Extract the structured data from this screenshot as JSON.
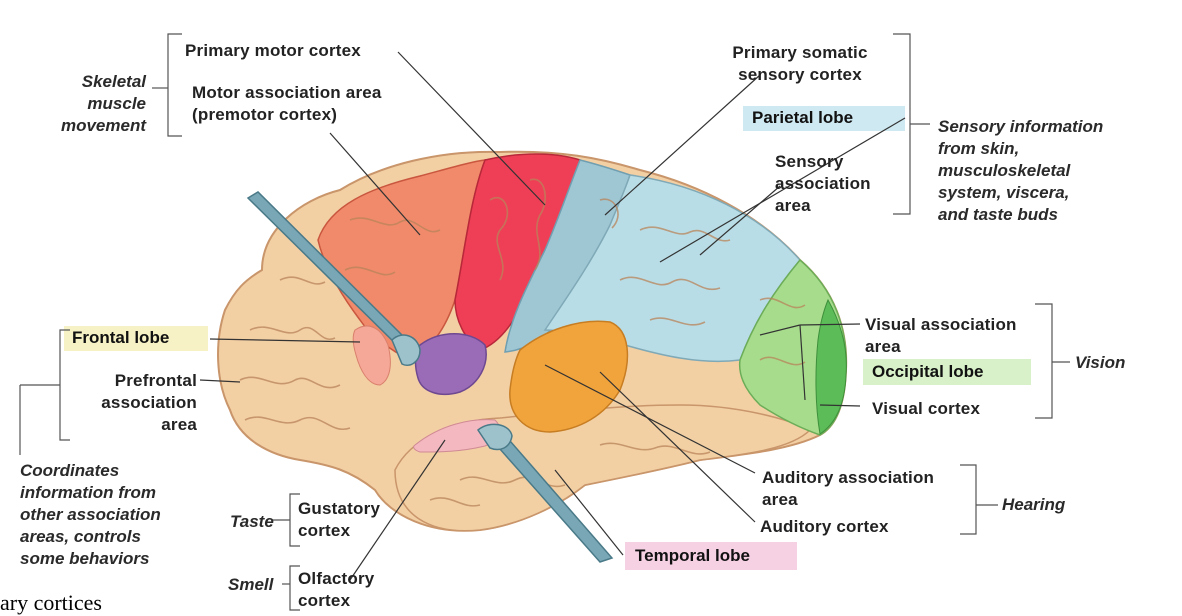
{
  "labels": {
    "primary_motor": "Primary motor cortex",
    "motor_association": "Motor association area\n(premotor cortex)",
    "primary_somatic": "Primary somatic\nsensory cortex",
    "sensory_association": "Sensory\nassociation\narea",
    "visual_association": "Visual association\narea",
    "visual_cortex": "Visual cortex",
    "auditory_association": "Auditory association\narea",
    "auditory_cortex": "Auditory cortex",
    "prefrontal": "Prefrontal\nassociation\narea",
    "gustatory": "Gustatory\ncortex",
    "olfactory": "Olfactory\ncortex"
  },
  "lobes": {
    "parietal": "Parietal lobe",
    "frontal": "Frontal lobe",
    "occipital": "Occipital lobe",
    "temporal": "Temporal lobe"
  },
  "categories": {
    "skeletal": "Skeletal\nmuscle\nmovement",
    "sensory_info": "Sensory information\nfrom skin,\nmusculoskeletal\nsystem, viscera,\nand taste buds",
    "vision": "Vision",
    "hearing": "Hearing",
    "coordinates": "Coordinates\ninformation from\nother association\nareas, controls\nsome behaviors",
    "taste": "Taste",
    "smell": "Smell"
  },
  "caption": "ary cortices",
  "colors": {
    "frontal": "#f3cfa4",
    "motor_association": "#f08a6a",
    "primary_motor": "#ef3f56",
    "somatosensory": "#9fc6d3",
    "parietal": "#b9dde6",
    "occipital": "#a7dc8d",
    "visual_cortex": "#5cbd58",
    "auditory_association": "#f2a43c",
    "gustatory": "#9a6cb8",
    "olfactory": "#f4b8c0",
    "temporal": "#f2d0a4",
    "parietal_highlight": "#cfe9f2",
    "frontal_highlight": "#f7f2c6",
    "occipital_highlight": "#d8f1c8",
    "temporal_highlight": "#f6d1e4"
  }
}
